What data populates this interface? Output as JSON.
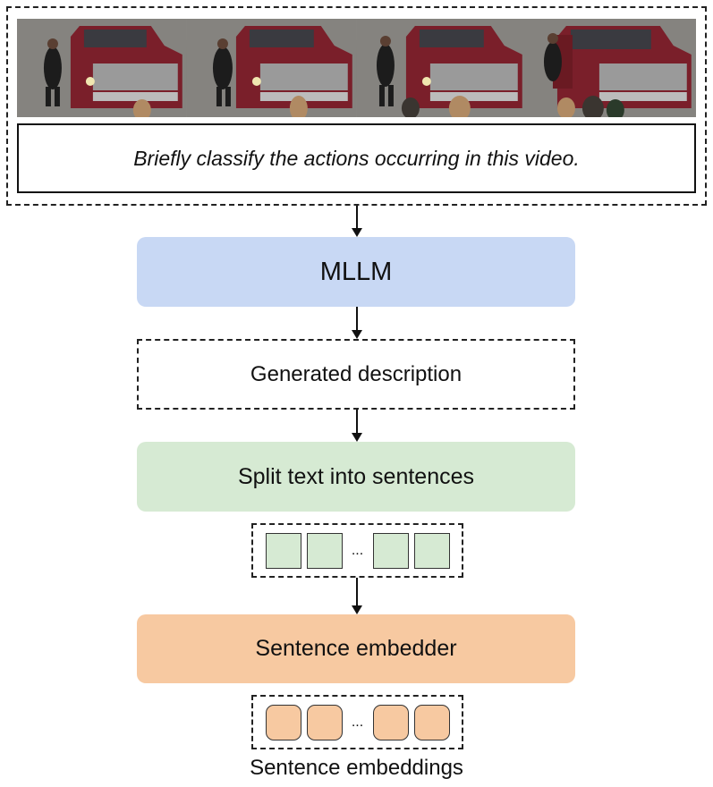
{
  "prompt": "Briefly classify the actions occurring in this video.",
  "blocks": {
    "mllm": "MLLM",
    "generated": "Generated description",
    "split": "Split text into sentences",
    "embedder": "Sentence embedder"
  },
  "tokens": {
    "ellipsis": "..."
  },
  "caption": "Sentence embeddings",
  "colors": {
    "mllm": "#c8d8f4",
    "split": "#d6ead3",
    "embedder": "#f7c9a1",
    "truck": "#7a1f2a"
  }
}
